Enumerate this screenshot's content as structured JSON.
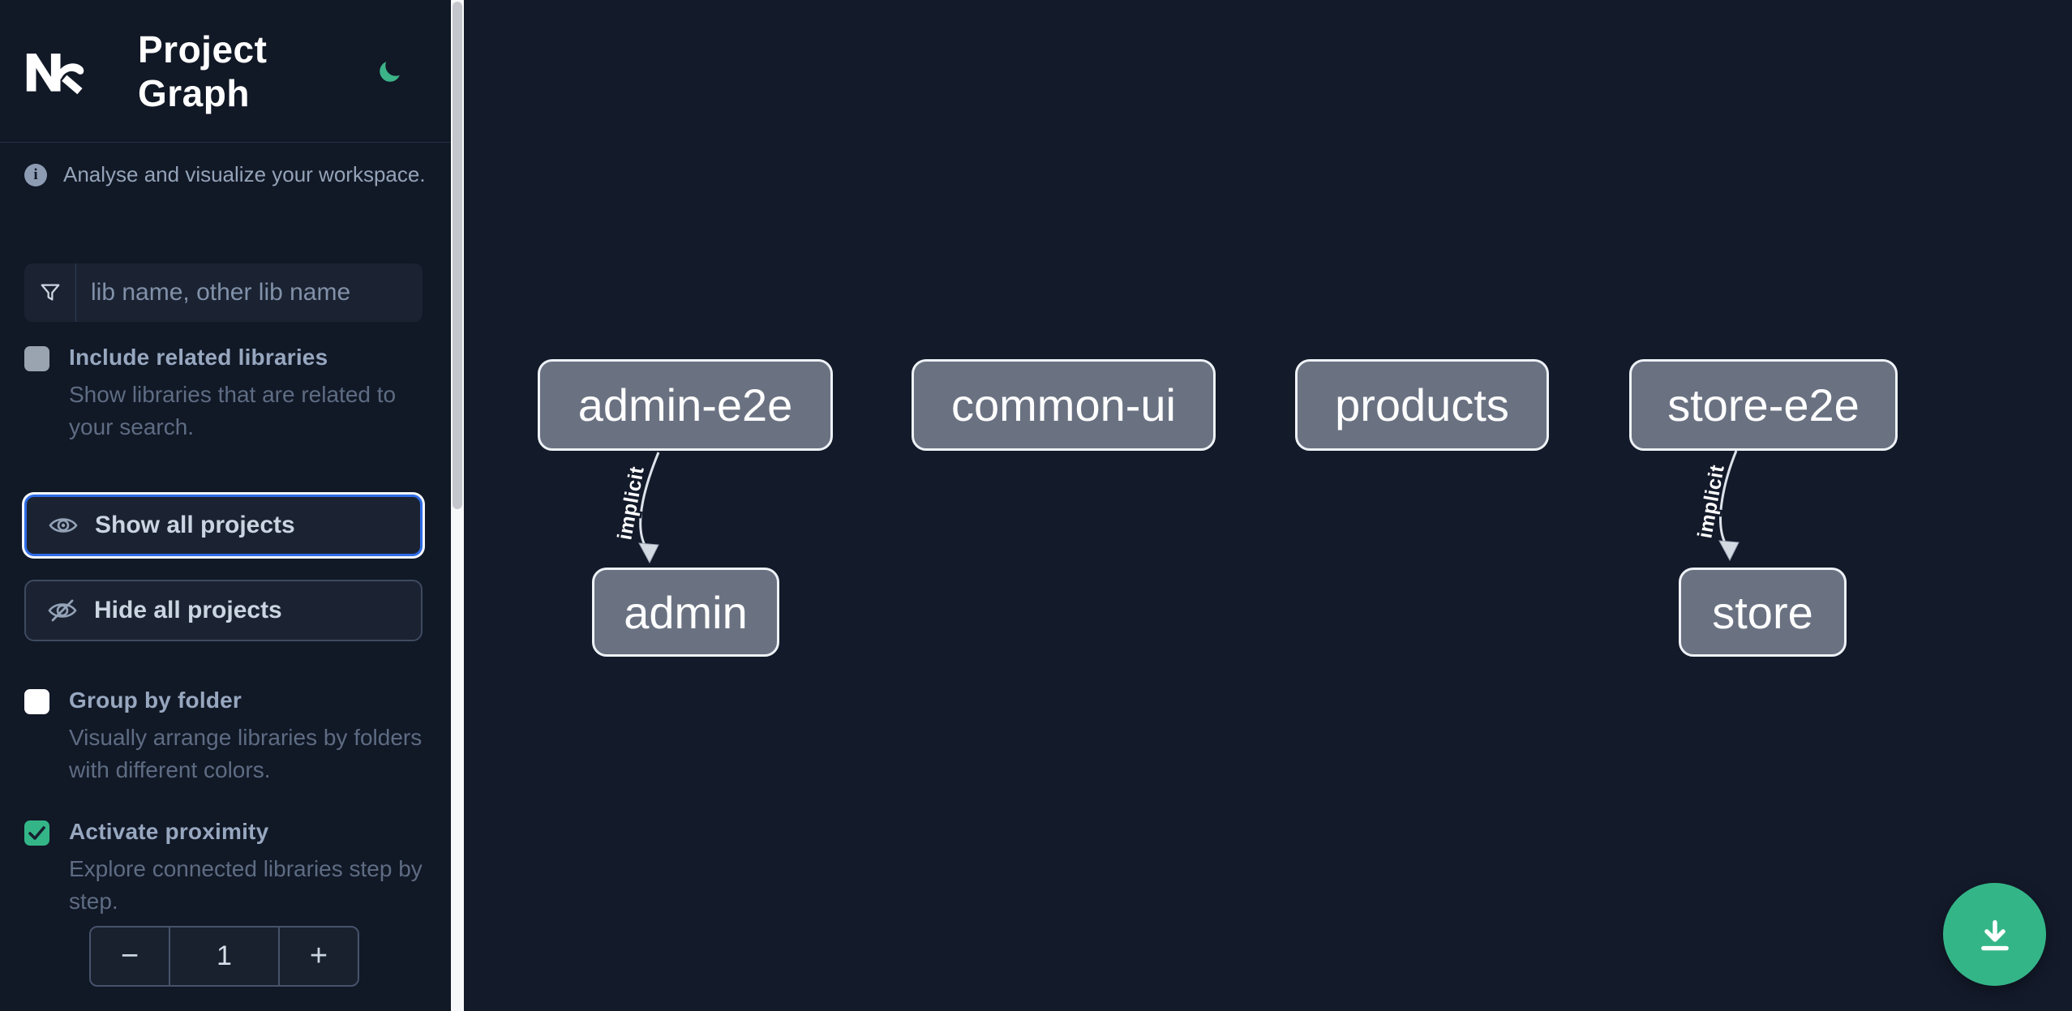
{
  "app": {
    "logo": "Nx",
    "title": "Project Graph",
    "theme_toggle": "dark-mode-moon"
  },
  "sidebar": {
    "tagline": "Analyse and visualize your workspace.",
    "filter_placeholder": "lib name, other lib name",
    "show_all_label": "Show all projects",
    "hide_all_label": "Hide all projects",
    "toggles": [
      {
        "label": "Include related libraries",
        "description": "Show libraries that are related to your search.",
        "checked": false
      },
      {
        "label": "Group by folder",
        "description": "Visually arrange libraries by folders with different colors.",
        "checked": false
      },
      {
        "label": "Activate proximity",
        "description": "Explore connected libraries step by step.",
        "checked": true
      }
    ],
    "stepper": {
      "decrement": "−",
      "value": "1",
      "increment": "+"
    }
  },
  "graph": {
    "nodes": [
      {
        "id": "admin-e2e",
        "label": "admin-e2e"
      },
      {
        "id": "common-ui",
        "label": "common-ui"
      },
      {
        "id": "products",
        "label": "products"
      },
      {
        "id": "store-e2e",
        "label": "store-e2e"
      },
      {
        "id": "admin",
        "label": "admin"
      },
      {
        "id": "store",
        "label": "store"
      }
    ],
    "edges": [
      {
        "from": "admin-e2e",
        "to": "admin",
        "label": "implicit"
      },
      {
        "from": "store-e2e",
        "to": "store",
        "label": "implicit"
      }
    ]
  },
  "colors": {
    "accent_green": "#34b588",
    "focus_blue": "#2e6be6",
    "node_fill": "#6a7282",
    "sidebar_bg": "#111826",
    "canvas_bg": "#131a2a"
  }
}
